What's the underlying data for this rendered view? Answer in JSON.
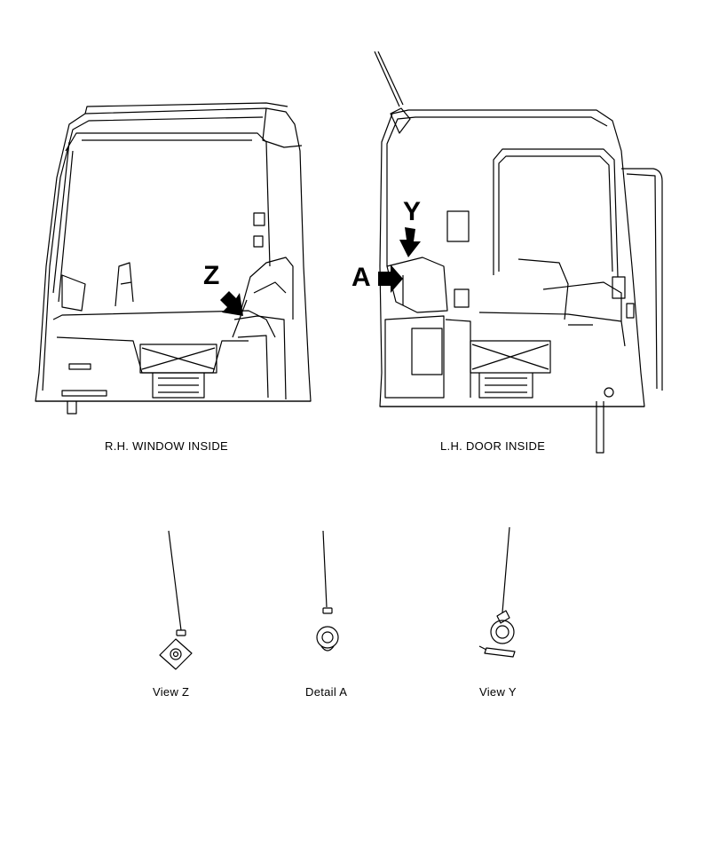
{
  "views": {
    "rh_window": {
      "caption": "R.H. WINDOW INSIDE",
      "callout": "Z"
    },
    "lh_door": {
      "caption": "L.H. DOOR INSIDE",
      "callouts": {
        "y": "Y",
        "a": "A"
      }
    }
  },
  "details": {
    "view_z": "View Z",
    "detail_a": "Detail A",
    "view_y": "View Y"
  },
  "colors": {
    "ink": "#000000",
    "paper": "#ffffff"
  }
}
